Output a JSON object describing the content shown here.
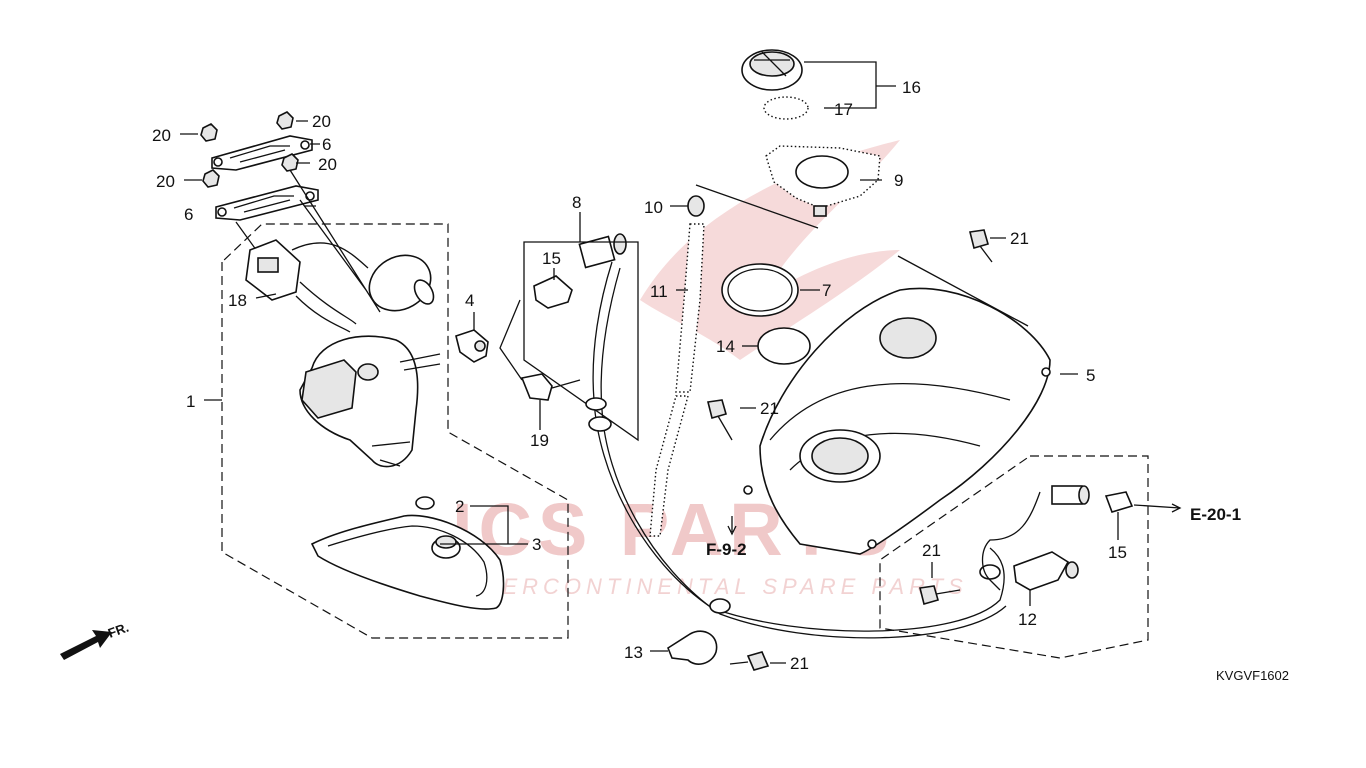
{
  "diagram_code": "KVGVF1602",
  "direction_label": "FR.",
  "watermark": {
    "brand": "ICS PARTS",
    "tagline": "INTERCONTINENTAL SPARE PARTS"
  },
  "references": {
    "e20": "E-20-1",
    "f9": "F-9-2"
  },
  "callouts": {
    "c1": "1",
    "c2": "2",
    "c3": "3",
    "c4": "4",
    "c5": "5",
    "c6a": "6",
    "c6b": "6",
    "c7": "7",
    "c8": "8",
    "c9": "9",
    "c10": "10",
    "c11": "11",
    "c12": "12",
    "c13": "13",
    "c14": "14",
    "c15a": "15",
    "c15b": "15",
    "c16": "16",
    "c17": "17",
    "c18": "18",
    "c19": "19",
    "c20a": "20",
    "c20b": "20",
    "c20c": "20",
    "c20d": "20",
    "c21a": "21",
    "c21b": "21",
    "c21c": "21",
    "c21d": "21"
  }
}
